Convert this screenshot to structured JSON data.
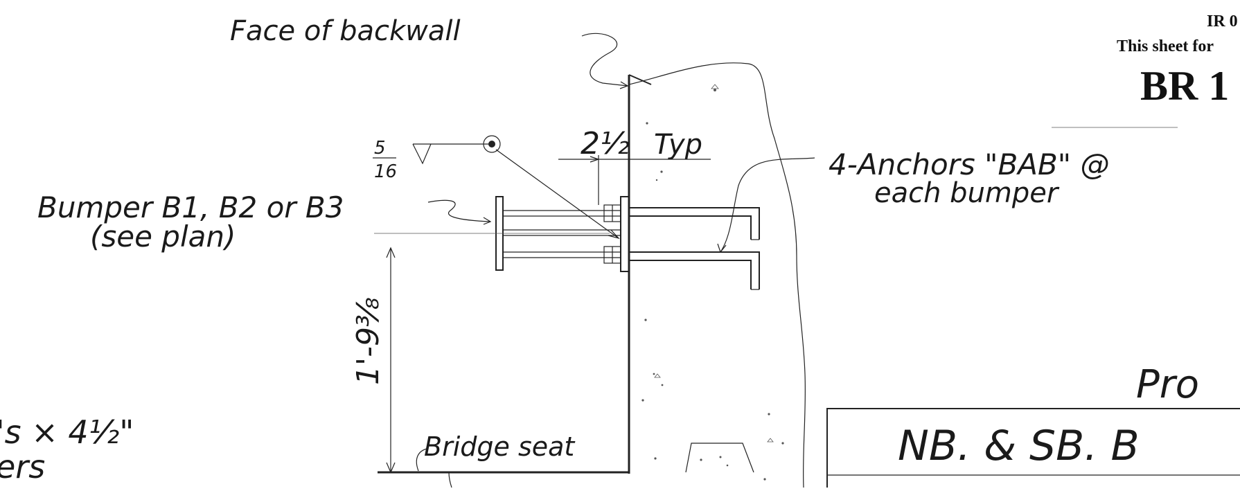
{
  "annotations": {
    "face_of_backwall": "Face of backwall",
    "weld_size_top": "5",
    "weld_size_bottom": "16",
    "bumper": "Bumper B1, B2 or B3",
    "see_plan": "(see plan)",
    "dim_typ_value": "2½",
    "dim_typ_label": "Typ",
    "anchors_line1": "4-Anchors \"BAB\" @",
    "anchors_line2": "each bumper",
    "height_dim": "1'-9⅜",
    "bridge_seat": "Bridge seat",
    "left_partial_1": "'s × 4½\"",
    "left_partial_2": "ers"
  },
  "title_block": {
    "ir_code": "IR 0",
    "sheet_for": "This sheet for",
    "br_number": "BR 1",
    "project_partial": "Pro",
    "bridge_name_partial": "NB. & SB. B"
  }
}
